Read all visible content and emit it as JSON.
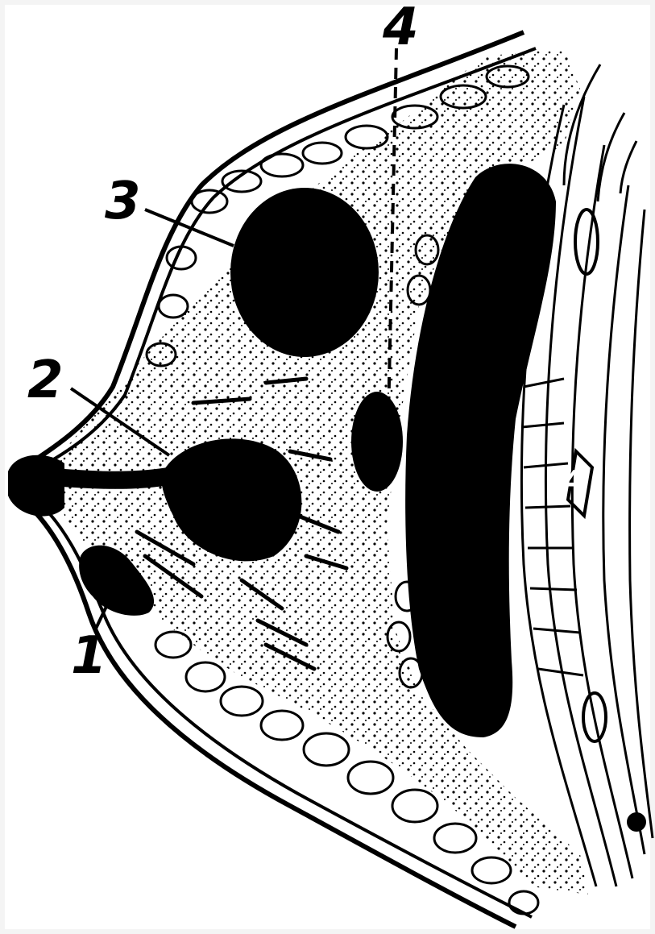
{
  "figure": {
    "labels": [
      {
        "id": "1",
        "text": "1"
      },
      {
        "id": "2",
        "text": "2"
      },
      {
        "id": "3",
        "text": "3"
      },
      {
        "id": "4",
        "text": "4"
      },
      {
        "id": "4-inner",
        "text": "4"
      }
    ]
  },
  "colors": {
    "ink": "#000000",
    "paper": "#ffffff",
    "border": "#f4f4f4"
  }
}
